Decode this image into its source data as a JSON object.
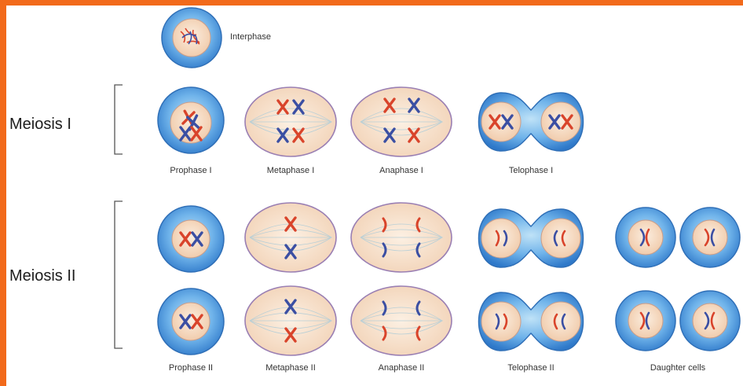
{
  "labels": {
    "interphase": "Interphase",
    "meiosis_1": "Meiosis I",
    "meiosis_2": "Meiosis II",
    "prophase_1": "Prophase I",
    "metaphase_1": "Metaphase I",
    "anaphase_1": "Anaphase I",
    "telophase_1": "Telophase I",
    "prophase_2": "Prophase II",
    "metaphase_2": "Metaphase II",
    "anaphase_2": "Anaphase II",
    "telophase_2": "Telophase II",
    "daughter_cells": "Daughter cells"
  },
  "colors": {
    "frame": "#f26a1b",
    "cell_membrane": "#3a86d6",
    "cytoplasm": "#f6dcc5",
    "chromosome_red": "#d9442b",
    "chromosome_blue": "#3b4fa3"
  }
}
